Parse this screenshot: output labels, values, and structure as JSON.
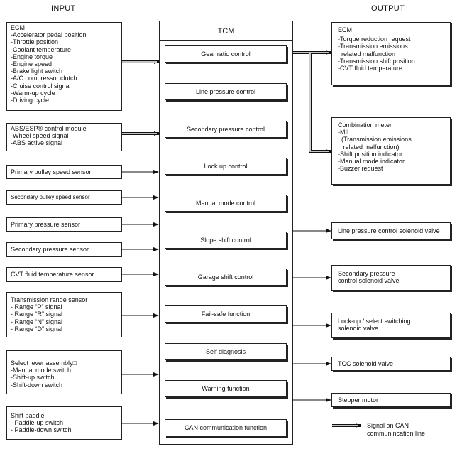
{
  "headers": {
    "input": "INPUT",
    "output": "OUTPUT",
    "tcm": "TCM"
  },
  "inputs": [
    {
      "title": "ECM",
      "items": [
        "-Accelerator pedal position",
        "-Throttle position",
        "-Coolant temperature",
        "-Engine torque",
        "-Engine speed",
        "-Brake light switch",
        "-A/C compressor clutch",
        "-Cruise control signal",
        "-Warm-up cycle",
        "-Driving cycle"
      ]
    },
    {
      "title": "ABS/ESP® control module",
      "items": [
        "-Wheel speed signal",
        "-ABS active signal"
      ]
    },
    {
      "title": "Primary pulley speed sensor",
      "items": []
    },
    {
      "title": "Secondary pulley speed sensor",
      "items": []
    },
    {
      "title": "Primary pressure sensor",
      "items": []
    },
    {
      "title": "Secondary pressure sensor",
      "items": []
    },
    {
      "title": "CVT fluid temperature sensor",
      "items": []
    },
    {
      "title": "Transmission range sensor",
      "items": [
        "- Range “P” signal",
        "- Range “R” signal",
        "- Range “N” signal",
        "- Range “D” signal"
      ]
    },
    {
      "title": "Select lever assembly□",
      "items": [
        "-Manual mode switch",
        "-Shift-up switch",
        "-Shift-down switch"
      ]
    },
    {
      "title": "Shift paddle",
      "items": [
        "- Paddle-up switch",
        "- Paddle-down switch"
      ]
    }
  ],
  "functions": [
    "Gear ratio control",
    "Line pressure control",
    "Secondary pressure control",
    "Lock up control",
    "Manual mode control",
    "Slope shift control",
    "Garage shift control",
    "Fail-safe function",
    "Self diagnosis",
    "Warning function",
    "CAN communication function"
  ],
  "outputs": [
    {
      "title": "ECM",
      "items": [
        "-Torque reduction request",
        "-Transmission emissions",
        "  related malfunction",
        "-Transmission shift position",
        "-CVT fluid temperature"
      ]
    },
    {
      "title": "Combination meter",
      "items": [
        "-MIL",
        "  (Transmission emissions",
        "   related malfunction)",
        "-Shift position indicator",
        "-Manual mode indicator",
        "-Buzzer request"
      ]
    },
    {
      "title": "Line pressure control solenoid valve",
      "items": []
    },
    {
      "title": "Secondary pressure",
      "items": [
        "control solenoid valve"
      ]
    },
    {
      "title": "Lock-up / select switching",
      "items": [
        "solenoid valve"
      ]
    },
    {
      "title": "TCC solenoid valve",
      "items": []
    },
    {
      "title": "Stepper motor",
      "items": []
    }
  ],
  "legend": {
    "label_line1": "Signal on CAN",
    "label_line2": "communincation line"
  }
}
